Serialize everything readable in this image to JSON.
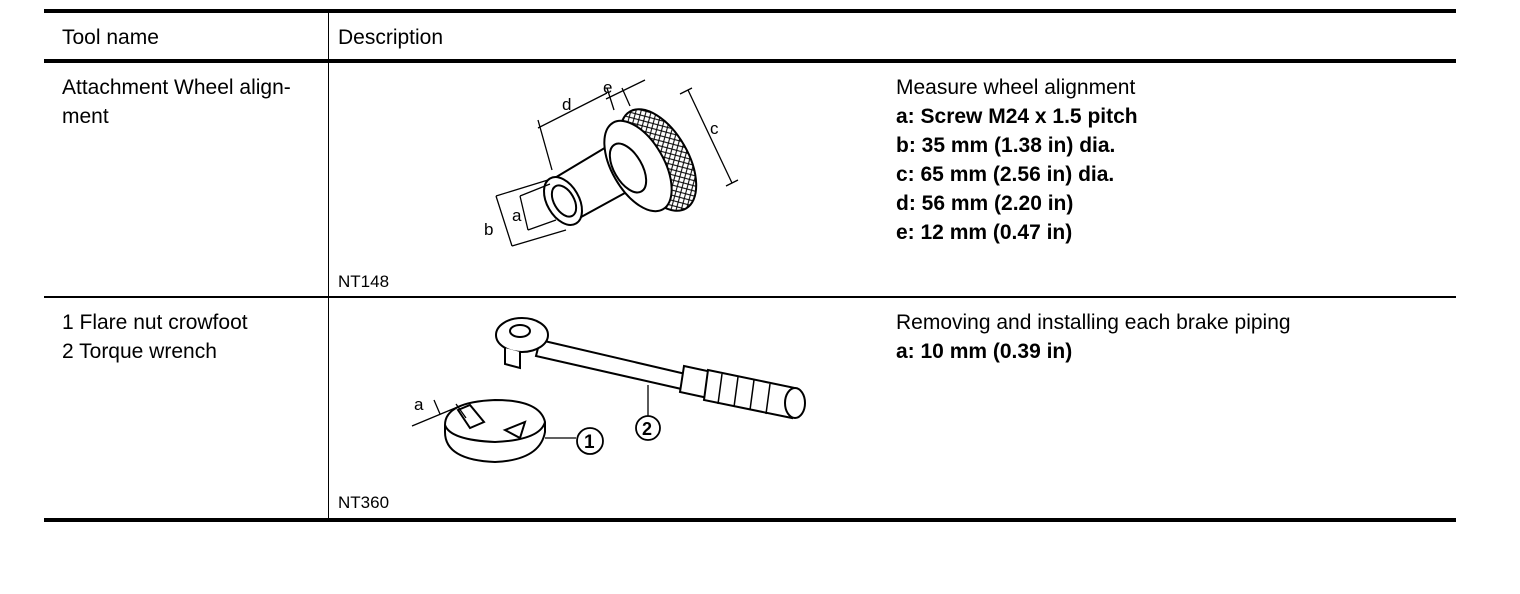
{
  "table": {
    "header": {
      "col1": "Tool name",
      "col2": "Description"
    },
    "rows": [
      {
        "tool_name_lines": [
          "Attachment Wheel align-",
          "ment"
        ],
        "figure_code": "NT148",
        "figure_labels": {
          "a": "a",
          "b": "b",
          "c": "c",
          "d": "d",
          "e": "e"
        },
        "description": "Measure wheel alignment",
        "specs": [
          "a: Screw M24 x 1.5 pitch",
          "b: 35 mm (1.38 in) dia.",
          "c: 65 mm (2.56 in) dia.",
          "d: 56 mm (2.20 in)",
          "e: 12 mm (0.47 in)"
        ]
      },
      {
        "tool_name_lines": [
          "1 Flare nut crowfoot",
          "2 Torque wrench"
        ],
        "figure_code": "NT360",
        "figure_labels": {
          "a": "a",
          "callout_1": "1",
          "callout_2": "2"
        },
        "description": "Removing and installing each brake piping",
        "specs": [
          "a: 10 mm (0.39 in)"
        ]
      }
    ]
  }
}
